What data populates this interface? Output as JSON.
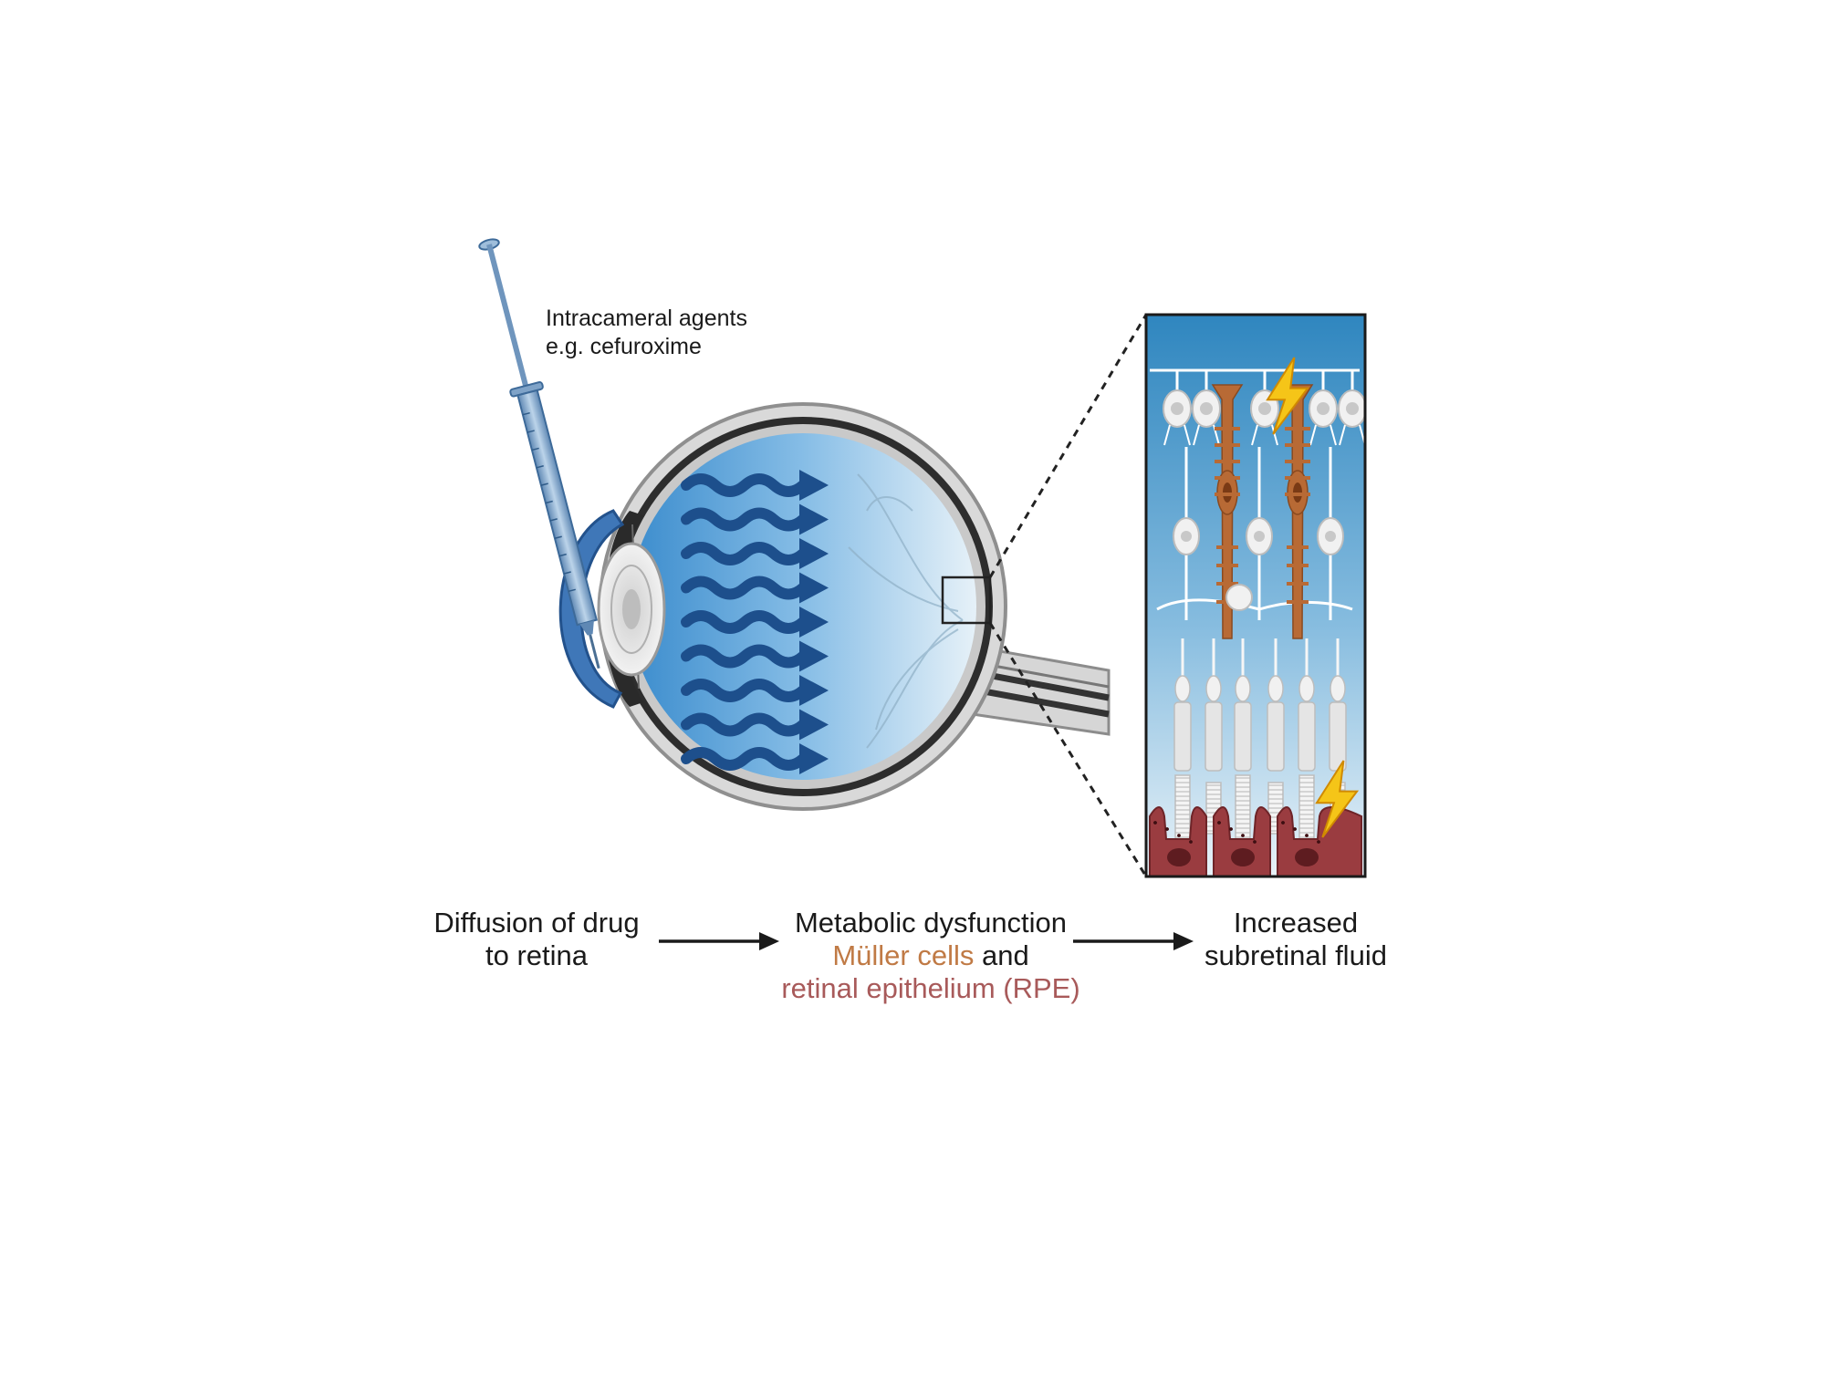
{
  "agent_label": {
    "line1": "Intracameral agents",
    "line2": "e.g. cefuroxime"
  },
  "steps": {
    "step1": {
      "line1": "Diffusion of drug",
      "line2": "to retina"
    },
    "step2": {
      "line1": "Metabolic dysfunction",
      "muller": "Müller cells",
      "and": " and",
      "rpe": "retinal epithelium (RPE)"
    },
    "step3": {
      "line1": "Increased",
      "line2": "subretinal fluid"
    }
  },
  "icons": [
    "syringe-icon",
    "eye-cross-section",
    "diffusion-arrow-icon",
    "lightning-icon",
    "retina-inset"
  ],
  "colors": {
    "muller_text": "#c07a45",
    "rpe_text": "#a85a5a",
    "muller_cell": "#b86a35",
    "rpe_cell": "#9a3c40",
    "diffusion_arrow": "#1d4f8c",
    "vitreous": "#3b8ccd",
    "lightning": "#f5c518"
  }
}
